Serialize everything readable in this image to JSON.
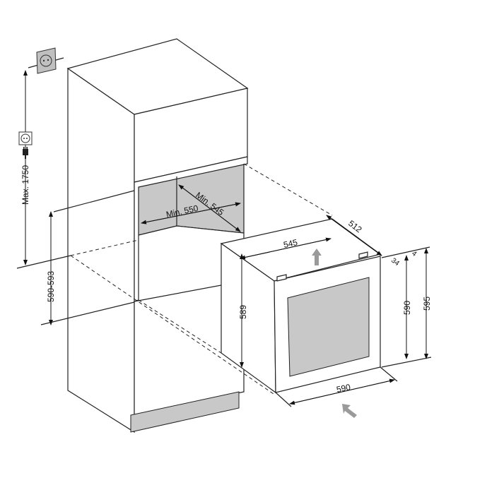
{
  "labels": {
    "max_height": "Max. 1750",
    "niche_height": "590-593",
    "niche_width": "Min. 550",
    "niche_depth": "Min. 545",
    "top_width": "545",
    "depth": "512",
    "side_height": "589",
    "front_height": "590",
    "total_height": "595",
    "front_width": "590",
    "offset_a": "34",
    "offset_b": "4"
  },
  "icons": [
    "wall-socket-icon",
    "plug-icon",
    "socket-symbol-icon",
    "arrow-up-icon",
    "arrow-insert-icon"
  ],
  "colors": {
    "line": "#222222",
    "panel_gray": "#c8c8c8",
    "arrow_gray": "#9a9a9a"
  }
}
